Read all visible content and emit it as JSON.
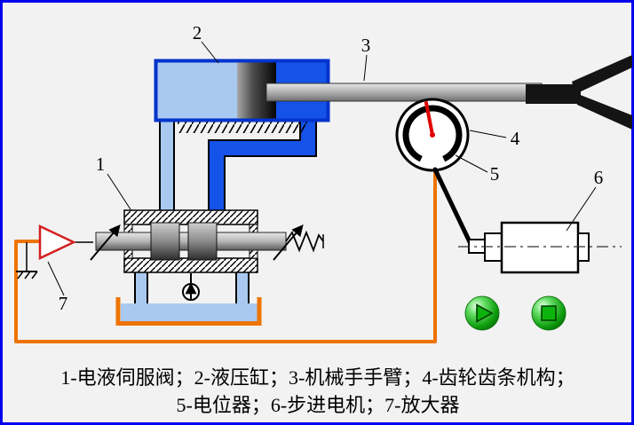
{
  "frame": {
    "background": "#f2f2f2",
    "border_color": "#0000ee"
  },
  "labels": {
    "servo_valve": "1",
    "cylinder": "2",
    "arm": "3",
    "gear_rack": "4",
    "potentiometer": "5",
    "stepper_motor": "6",
    "amplifier": "7"
  },
  "caption": {
    "line1": "1-电液伺服阀；2-液压缸；3-机械手手臂；4-齿轮齿条机构；",
    "line2": "5-电位器；6-步进电机；7-放大器"
  },
  "controls": {
    "play_icon": "play-triangle",
    "stop_icon": "stop-square"
  },
  "colors": {
    "pipe_blue": "#1553e8",
    "fluid_light_blue": "#a9c9f0",
    "cylinder_border_blue": "#0033cc",
    "orange": "#ee7300",
    "needle_red": "#e00000",
    "amplifier_red": "#d42020",
    "button_green": "#0db40d"
  }
}
